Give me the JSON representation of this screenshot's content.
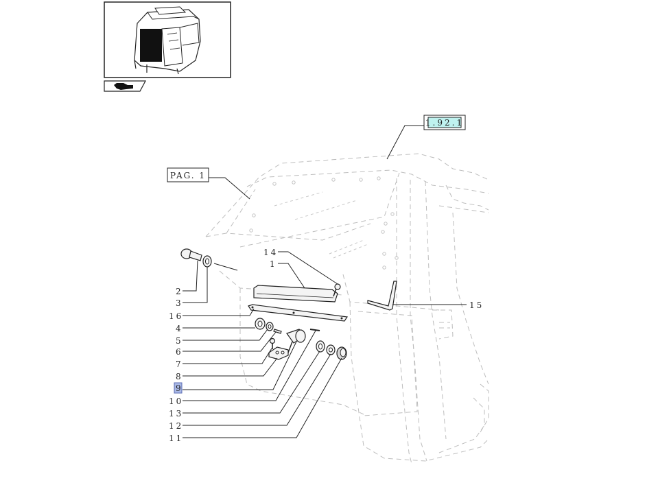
{
  "references": {
    "top_ref": "1.92.1",
    "page_ref": "PAG. 1"
  },
  "callouts": {
    "c14": "14",
    "c1": "1",
    "c15": "15",
    "c2": "2",
    "c3": "3",
    "c16": "16",
    "c4": "4",
    "c5": "5",
    "c6": "6",
    "c7": "7",
    "c8": "8",
    "c9": "9",
    "c10": "10",
    "c13": "13",
    "c12": "12",
    "c11": "11"
  },
  "colors": {
    "highlight_callout": "#a9b8e6",
    "top_ref_fill": "#bff2ef",
    "ghost_lines": "#bdbdbd"
  },
  "icons": {
    "thumbnail": "tractor-cab-thumbnail-icon",
    "nav": "hand-pointer-icon"
  }
}
